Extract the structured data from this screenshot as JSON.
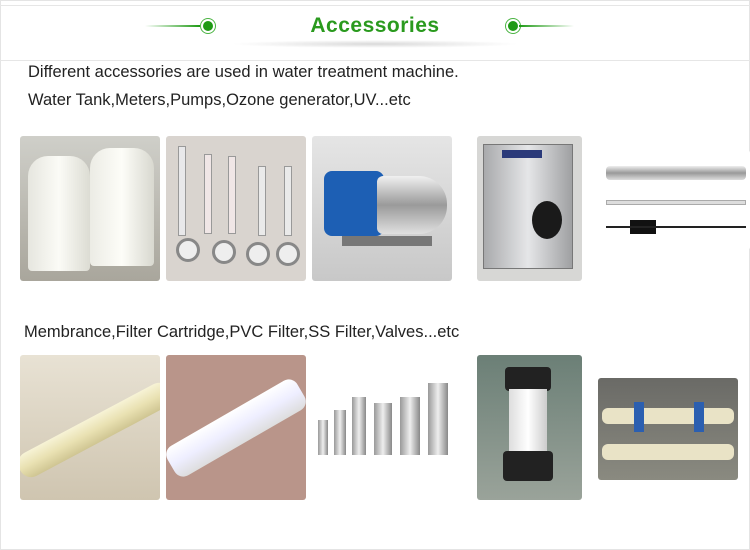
{
  "header": {
    "title": "Accessories",
    "accent": "#2a9a1e"
  },
  "intro": {
    "line1": "Different accessories are used in water treatment machine.",
    "line2": "Water Tank,Meters,Pumps,Ozone generator,UV...etc"
  },
  "row2_label": "Membrance,Filter Cartridge,PVC Filter,SS Filter,Valves...etc",
  "row1_images": [
    "water-tanks-photo",
    "flow-meters-gauges-photo",
    "water-pump-photo",
    "ozone-generator-photo",
    "uv-sterilizer-photo"
  ],
  "row2_images": [
    "ro-membrane-photo",
    "pp-filter-cartridge-photo",
    "ss-filter-housings-photo",
    "pvc-filter-housing-photo",
    "membrane-valves-assembly-photo"
  ]
}
